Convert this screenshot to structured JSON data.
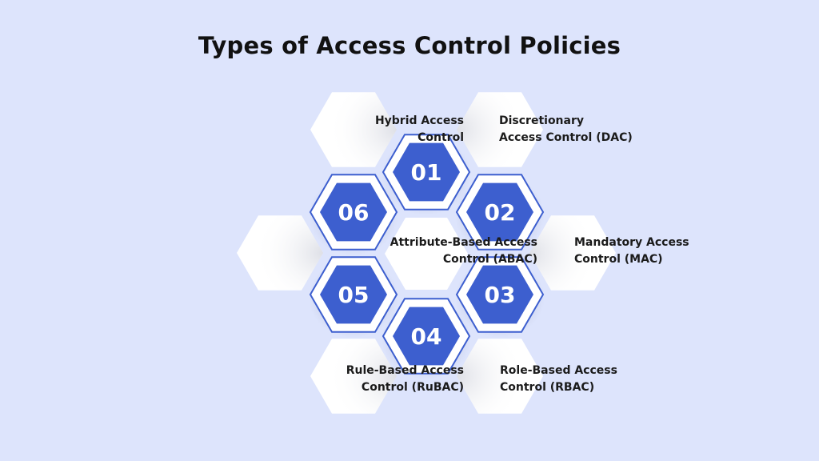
{
  "title": "Types of Access Control Policies",
  "colors": {
    "background": "#dde4fc",
    "hex_fill": "#3d5fcf",
    "hex_outline": "#3d5fcf",
    "card_fill": "#ffffff"
  },
  "policies": [
    {
      "number": "01",
      "label_lines": [
        "Discretionary",
        "Access Control (DAC)"
      ]
    },
    {
      "number": "02",
      "label_lines": [
        "Mandatory Access",
        "Control (MAC)"
      ]
    },
    {
      "number": "03",
      "label_lines": [
        "Role-Based Access",
        "Control (RBAC)"
      ]
    },
    {
      "number": "04",
      "label_lines": [
        "Rule-Based Access",
        "Control (RuBAC)"
      ]
    },
    {
      "number": "05",
      "label_lines": [
        "Attribute-Based Access",
        "Control (ABAC)"
      ]
    },
    {
      "number": "06",
      "label_lines": [
        "Hybrid Access",
        "Control"
      ]
    }
  ]
}
